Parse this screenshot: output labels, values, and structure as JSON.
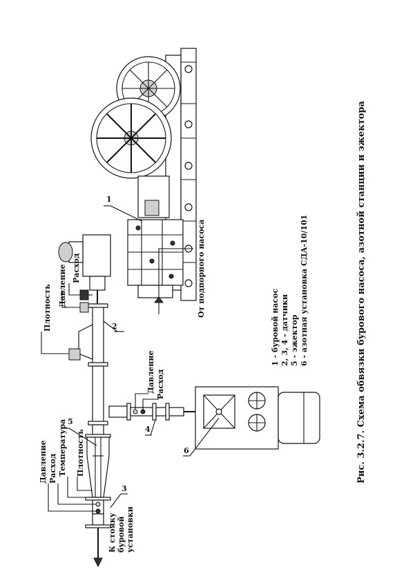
{
  "caption": "Рис. 3.2.7. Схема обвязки бурового насоса, азотной станции и эжектора",
  "legend": [
    "1 - буровой насос",
    "2, 3, 4 - датчики",
    "5 - эжектор",
    "6 - азотная установка СДА-10/101"
  ],
  "labels": {
    "from_pump": "От подпорного насоса",
    "to_rig": [
      "К стояку",
      "буровой",
      "установки"
    ],
    "density_top": "Плотность",
    "pressure_top": "Давление",
    "flow_top": "Расход",
    "pressure_mid": "Давление",
    "flow_mid": "Расход",
    "pressure_low": "Давление",
    "flow_low": "Расход",
    "temperature_low": "Температура",
    "density_low": "Плотность",
    "n1": "1",
    "n2": "2",
    "n3": "3",
    "n4": "4",
    "n5": "5",
    "n6": "6"
  }
}
